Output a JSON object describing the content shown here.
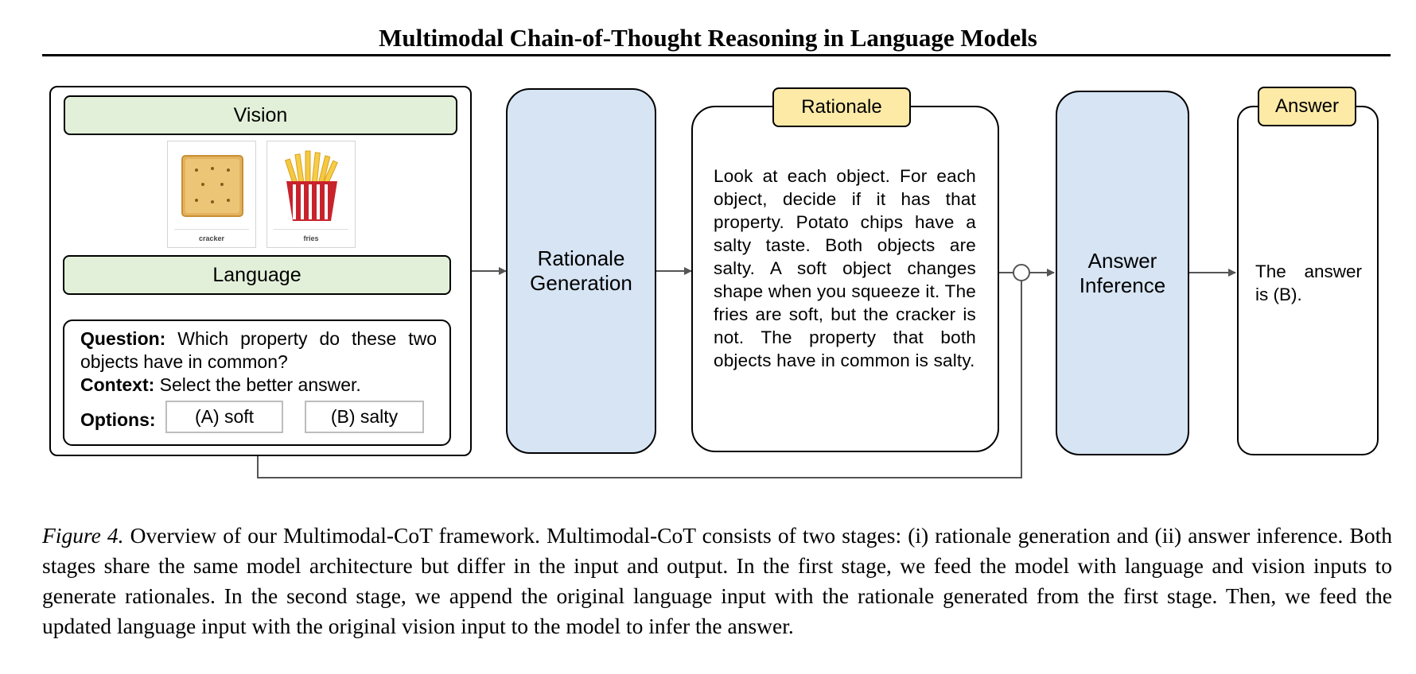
{
  "paper_title": "Multimodal Chain-of-Thought Reasoning in Language Models",
  "diagram": {
    "vision_label": "Vision",
    "language_label": "Language",
    "images": [
      {
        "label": "cracker",
        "icon": "cracker-icon"
      },
      {
        "label": "fries",
        "icon": "fries-icon"
      }
    ],
    "question_label": "Question:",
    "question_text": " Which property do these two objects have in common?",
    "context_label": "Context:",
    "context_text": " Select the better answer.",
    "options_label": "Options:",
    "options": [
      "(A) soft",
      "(B) salty"
    ],
    "rationale_generation_line1": "Rationale",
    "rationale_generation_line2": "Generation",
    "rationale_label": "Rationale",
    "rationale_text": "Look at each object. For each object, decide if it has that property. Potato chips have a salty taste. Both objects are salty. A soft object changes shape when you squeeze it. The fries are soft, but the cracker is not. The property that both objects have in common is salty.",
    "answer_inference_line1": "Answer",
    "answer_inference_line2": "Inference",
    "answer_label": "Answer",
    "answer_text": "The answer is (B)."
  },
  "caption": {
    "figure_label": "Figure 4.",
    "text": " Overview of our Multimodal-CoT framework. Multimodal-CoT consists of two stages: (i) rationale generation and (ii) answer inference. Both stages share the same model architecture but differ in the input and output. In the first stage, we feed the model with language and vision inputs to generate rationales. In the second stage, we append the original language input with the rationale generated from the first stage. Then, we feed the updated language input with the original vision input to the model to infer the answer."
  },
  "colors": {
    "green_fill": "#e2f0d9",
    "blue_fill": "#d6e4f4",
    "yellow_fill": "#fdeaa7",
    "arrow": "#555555"
  }
}
